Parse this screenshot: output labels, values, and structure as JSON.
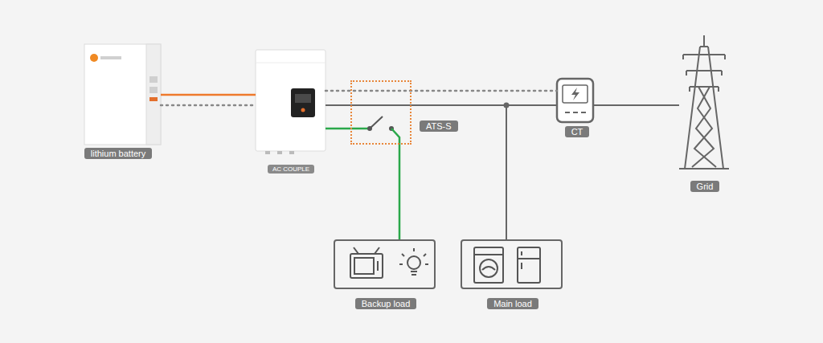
{
  "diagram": {
    "nodes": [
      {
        "text": [
          "lithium battery"
        ]
      },
      {
        "text": [
          "AC COUPLE"
        ]
      },
      {
        "text": [
          "ATS-S"
        ]
      },
      {
        "text": [
          "CT"
        ]
      },
      {
        "text": [
          "Grid"
        ]
      },
      {
        "text": [
          "Backup load"
        ]
      },
      {
        "text": [
          "Main load"
        ]
      }
    ],
    "edges": [
      {
        "from": 0,
        "to": 1,
        "arrow": "none"
      },
      {
        "from": 0,
        "to": 1,
        "arrow": "none"
      },
      {
        "from": 1,
        "to": 2,
        "arrow": "none"
      },
      {
        "from": 1,
        "to": 2,
        "arrow": "none"
      },
      {
        "from": 2,
        "to": 3,
        "arrow": "none"
      },
      {
        "from": 1,
        "to": 3,
        "arrow": "none"
      },
      {
        "from": 2,
        "to": 5,
        "arrow": "none"
      },
      {
        "from": 2,
        "to": 6,
        "arrow": "none"
      },
      {
        "from": 3,
        "to": 4,
        "arrow": "none"
      }
    ]
  }
}
